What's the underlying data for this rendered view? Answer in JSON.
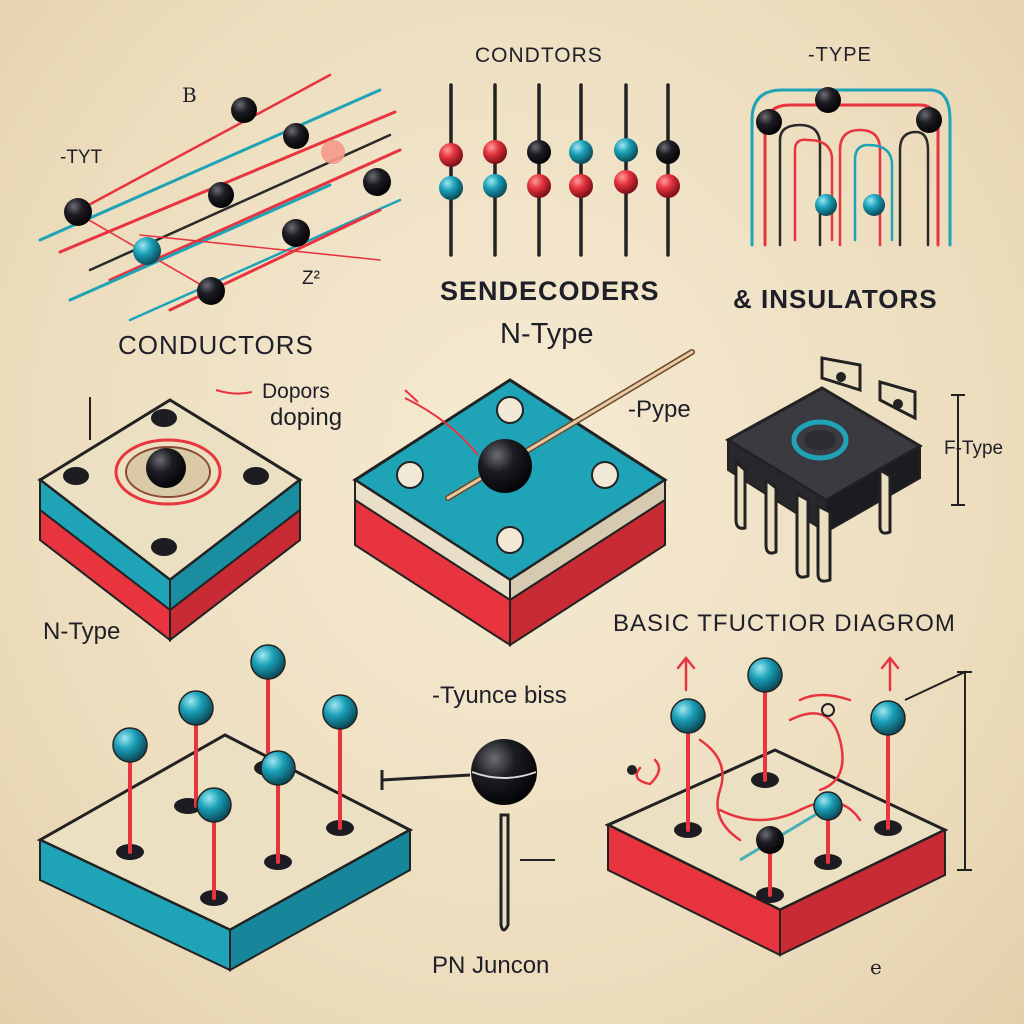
{
  "labels": {
    "top_tiny_b": "B",
    "top_tyt": "-TYT",
    "top_z2": "Z²",
    "condtors": "CONDTORS",
    "minus_type": "-TYPE",
    "sendecoders": "SENDECODERS",
    "insulators": "& INSULATORS",
    "conductors": "CONDUCTORS",
    "n_type_mid": "N-Type",
    "dopors": "Dopors",
    "doping": "doping",
    "p_pype": "-Pype",
    "f_type": "F-Type",
    "basic_diagram": "BASIC TFUCTIOR DIAGROM",
    "n_type_left": "N-Type",
    "tyunce_biss": "-Tyunce biss",
    "pn_juncon": "PN Juncon",
    "bottom_e": "e"
  },
  "colors": {
    "background": "#efe2c6",
    "teal": "#1fa3b6",
    "red": "#e8343f",
    "dark": "#222228",
    "ink": "#1f1f2a"
  }
}
